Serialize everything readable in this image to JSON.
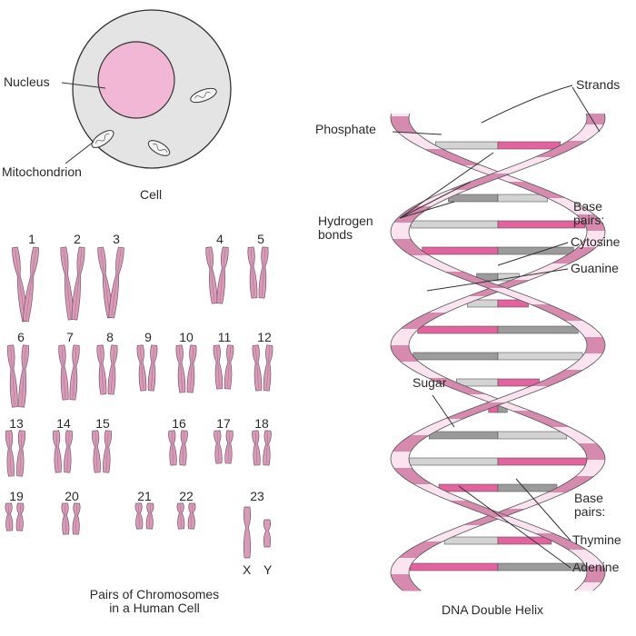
{
  "cell": {
    "title": "Cell",
    "nucleus_label": "Nucleus",
    "mitochondrion_label": "Mitochondrion",
    "colors": {
      "cytoplasm": "#e4e4e4",
      "nucleus": "#f2b7d4",
      "outline": "#333333"
    }
  },
  "chromosomes": {
    "caption_line1": "Pairs of Chromosomes",
    "caption_line2": "in a Human Cell",
    "pair_numbers": [
      "1",
      "2",
      "3",
      "4",
      "5",
      "6",
      "7",
      "8",
      "9",
      "10",
      "11",
      "12",
      "13",
      "14",
      "15",
      "16",
      "17",
      "18",
      "19",
      "20",
      "21",
      "22",
      "23"
    ],
    "x_label": "X",
    "y_label": "Y",
    "color": "#d99bb8"
  },
  "dna": {
    "caption": "DNA Double Helix",
    "labels": {
      "strands": "Strands",
      "phosphate": "Phosphate",
      "hydrogen_bonds_1": "Hydrogen",
      "hydrogen_bonds_2": "bonds",
      "base_pairs_top_1": "Base",
      "base_pairs_top_2": "pairs:",
      "cytosine": "Cytosine",
      "guanine": "Guanine",
      "sugar": "Sugar",
      "base_pairs_bottom_1": "Base",
      "base_pairs_bottom_2": "pairs:",
      "thymine": "Thymine",
      "adenine": "Adenine"
    },
    "colors": {
      "strand_light": "#fbe4ef",
      "strand_dark": "#d68aae",
      "base_pink": "#e2639d",
      "base_gray": "#9b9b9b",
      "base_lightgray": "#d3d3d3"
    }
  }
}
